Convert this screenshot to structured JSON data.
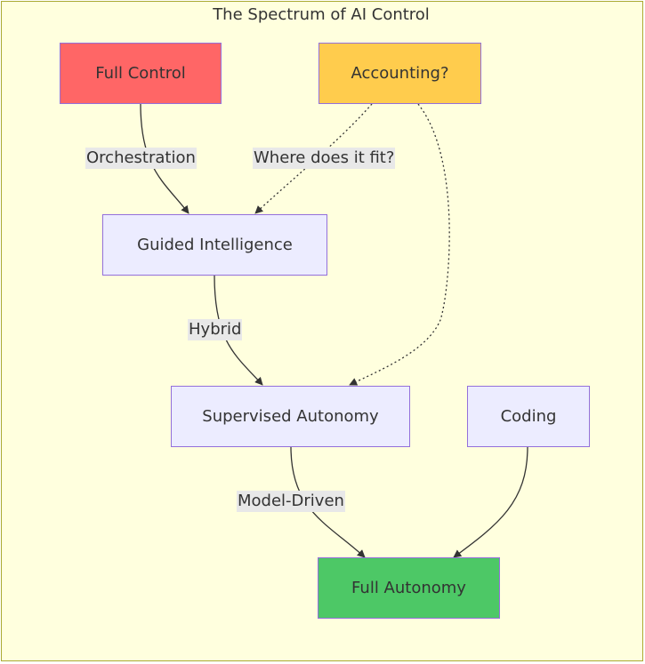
{
  "diagram": {
    "title": "The Spectrum of AI Control",
    "colors": {
      "background": "#ffffde",
      "frame_border": "#aaaa33",
      "default_node": "#ececff",
      "node_border": "#9370db",
      "full_control": "#ff6666",
      "accounting": "#ffcc4d",
      "full_autonomy": "#4dc866",
      "edge": "#333333",
      "edge_label_bg": "#e8e8e8"
    },
    "nodes": {
      "full_control": "Full Control",
      "accounting": "Accounting?",
      "guided_intelligence": "Guided Intelligence",
      "supervised_autonomy": "Supervised Autonomy",
      "coding": "Coding",
      "full_autonomy": "Full Autonomy"
    },
    "edges": [
      {
        "from": "Full Control",
        "to": "Guided Intelligence",
        "label": "Orchestration",
        "style": "solid"
      },
      {
        "from": "Accounting?",
        "to": "Guided Intelligence",
        "label": "Where does it fit?",
        "style": "dotted"
      },
      {
        "from": "Accounting?",
        "to": "Supervised Autonomy",
        "label": "",
        "style": "dotted"
      },
      {
        "from": "Guided Intelligence",
        "to": "Supervised Autonomy",
        "label": "Hybrid",
        "style": "solid"
      },
      {
        "from": "Supervised Autonomy",
        "to": "Full Autonomy",
        "label": "Model-Driven",
        "style": "solid"
      },
      {
        "from": "Coding",
        "to": "Full Autonomy",
        "label": "",
        "style": "solid"
      }
    ]
  }
}
